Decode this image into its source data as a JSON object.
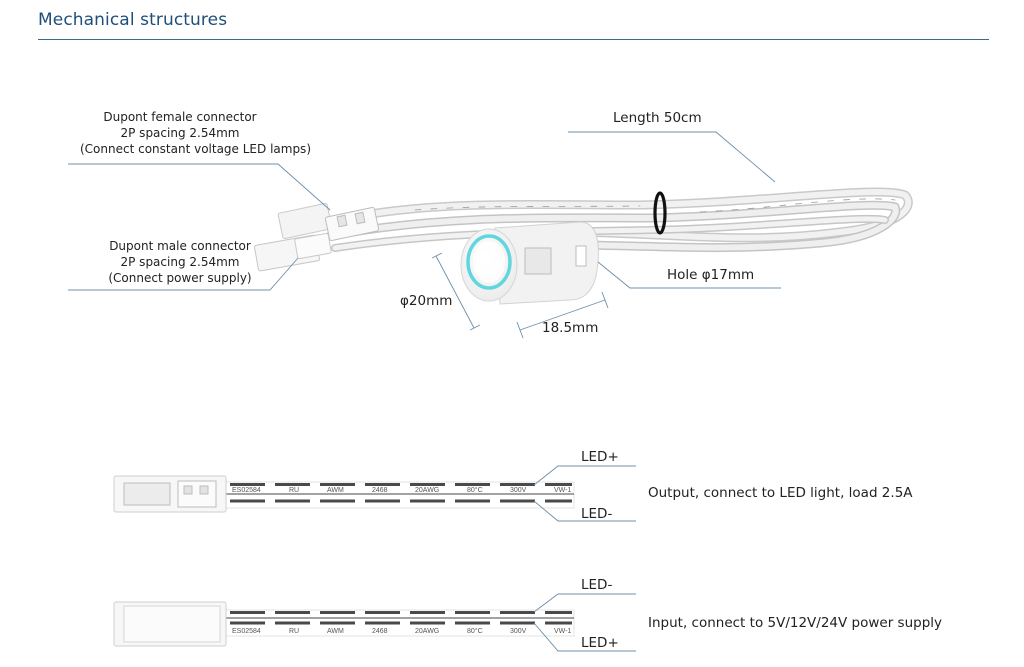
{
  "title": "Mechanical structures",
  "labels": {
    "female_connector": [
      "Dupont female connector",
      "2P spacing 2.54mm",
      "(Connect constant voltage LED lamps)"
    ],
    "male_connector": [
      "Dupont male connector",
      "2P spacing 2.54mm",
      "(Connect power supply)"
    ],
    "length": "Length 50cm",
    "hole": "Hole φ17mm",
    "diameter": "φ20mm",
    "depth": "18.5mm"
  },
  "output_cable": {
    "top_wire": "LED+",
    "bottom_wire": "LED-",
    "description": "Output, connect to LED light, load 2.5A"
  },
  "input_cable": {
    "top_wire": "LED-",
    "bottom_wire": "LED+",
    "description": "Input, connect to 5V/12V/24V power supply"
  },
  "cable_print": [
    "ES02584",
    "RU",
    "AWM",
    "2468",
    "20AWG",
    "80°C",
    "300V",
    "VW-1"
  ],
  "colors": {
    "title": "#1e4f7a",
    "rule": "#3a6b8f",
    "leader": "#6f8fa8",
    "wire_stripe": "#4a4a4a",
    "touch_ring": "#5fd3dc"
  }
}
